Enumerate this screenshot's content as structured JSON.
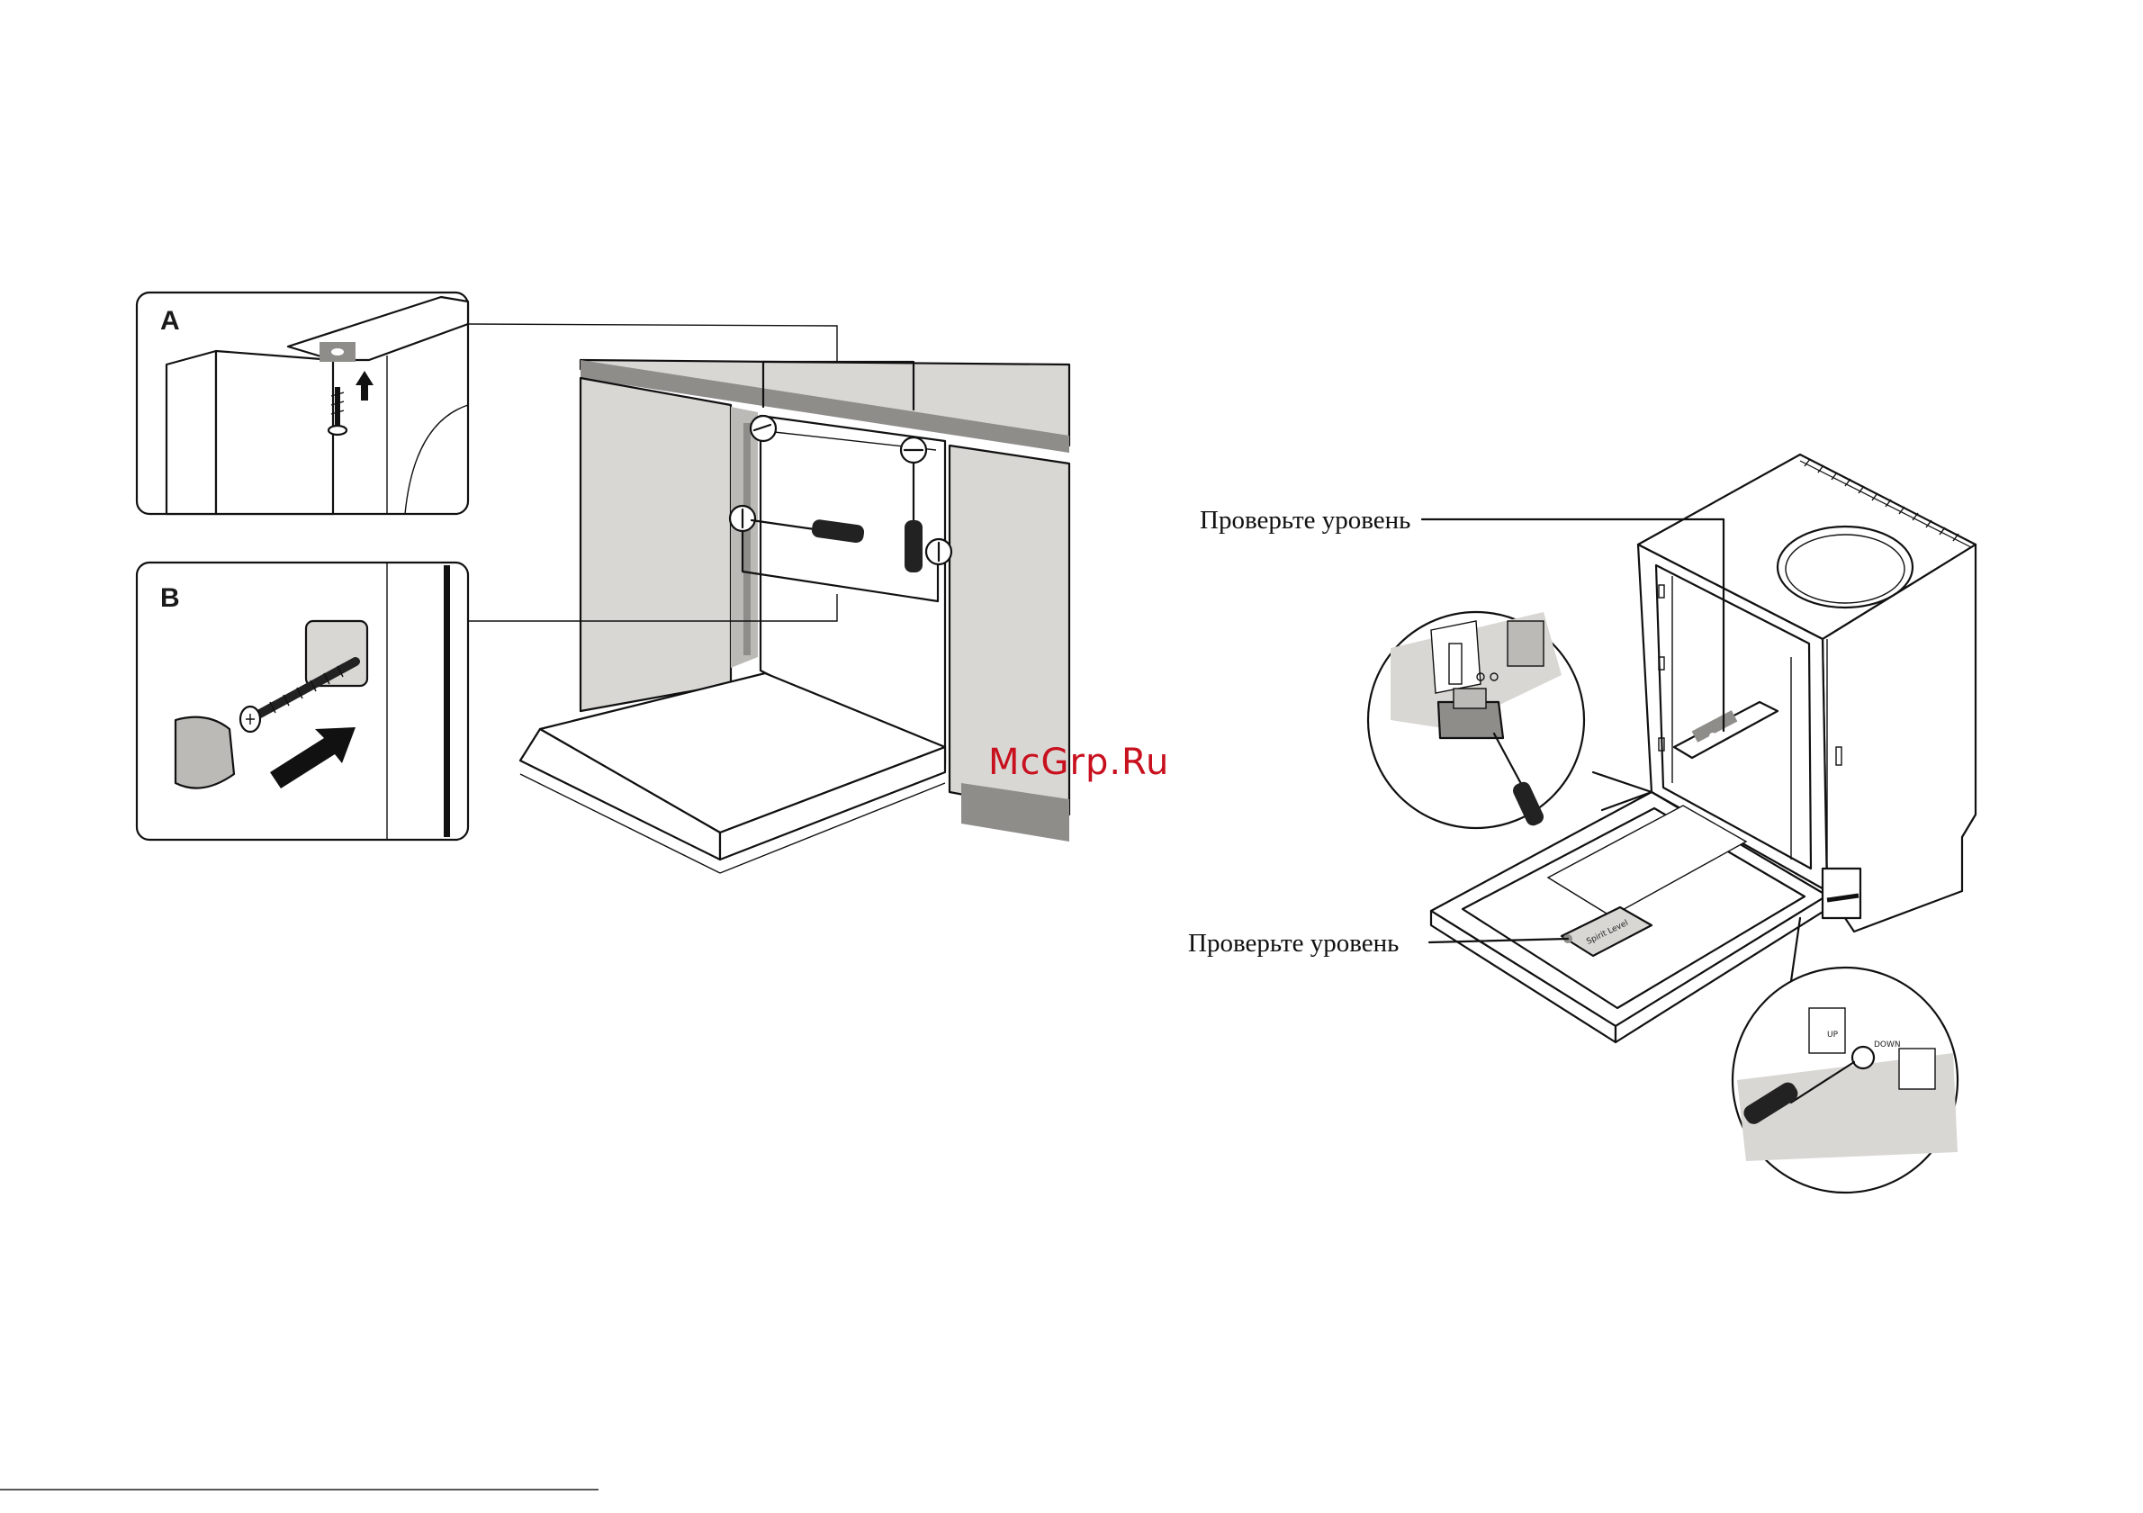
{
  "panels": {
    "a": {
      "letter": "A"
    },
    "b": {
      "letter": "B"
    }
  },
  "callouts": {
    "check_level_top": "Проверьте уровень",
    "check_level_bottom": "Проверьте уровень"
  },
  "labels": {
    "spirit_level": "Spirit Level",
    "up": "UP",
    "down": "DOWN"
  },
  "watermark": "McGrp.Ru",
  "colors": {
    "watermark": "#c8101e",
    "panel_gray": "#d9d7d3",
    "dark_gray": "#8f8d8a"
  }
}
